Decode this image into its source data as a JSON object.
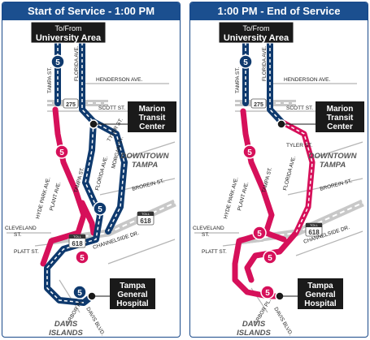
{
  "colors": {
    "navy": "#0f3a6e",
    "route_red": "#d6105a",
    "header_blue": "#1b4f8f",
    "street_gray": "#b5b5b5",
    "label_box": "#1a1a1a"
  },
  "left_panel": {
    "title": "Start of Service - 1:00 PM"
  },
  "right_panel": {
    "title": "1:00 PM - End of Service"
  },
  "labels": {
    "to_from": "To/From",
    "university_area": "University Area",
    "tampa_st": "TAMPA ST.",
    "florida_ave": "FLORIDA AVE.",
    "henderson_ave": "HENDERSON AVE.",
    "scott_st": "SCOTT ST.",
    "i275": "275",
    "marion_l1": "Marion",
    "marion_l2": "Transit",
    "marion_l3": "Center",
    "tyler_st": "TYLER ST.",
    "morgan_st": "MORGAN ST.",
    "downtown_l1": "DOWNTOWN",
    "downtown_l2": "TAMPA",
    "brorein_st": "BROREIN ST.",
    "hyde_park_ave": "HYDE PARK AVE.",
    "plant_ave": "PLANT AVE.",
    "cleveland_l1": "CLEVELAND",
    "cleveland_l2": "ST.",
    "toll": "TOLL",
    "r618": "618",
    "channelside_dr": "CHANNELSIDE DR.",
    "platt_st": "PLATT ST.",
    "tgh_l1": "Tampa",
    "tgh_l2": "General",
    "tgh_l3": "Hospital",
    "arbor_pl": "ARBOR PL.",
    "davis_blvd": "DAVIS BLVD.",
    "davis_l1": "DAVIS",
    "davis_l2": "ISLANDS",
    "route_number": "5"
  }
}
